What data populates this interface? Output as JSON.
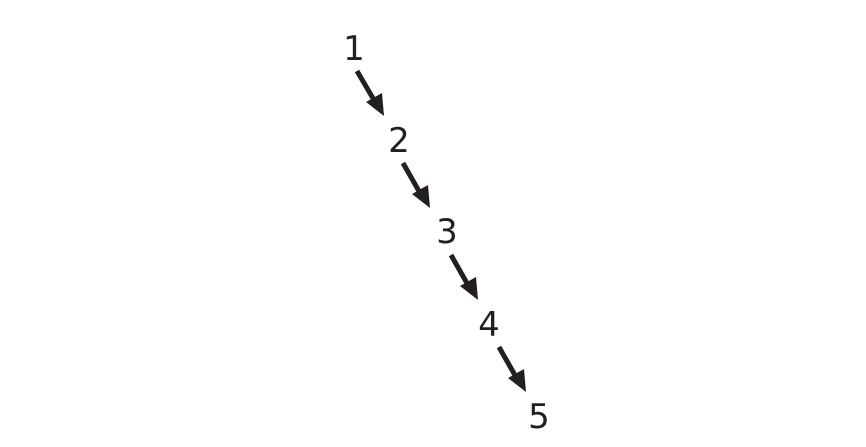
{
  "diagram": {
    "nodes": [
      {
        "id": "n1",
        "label": "1"
      },
      {
        "id": "n2",
        "label": "2"
      },
      {
        "id": "n3",
        "label": "3"
      },
      {
        "id": "n4",
        "label": "4"
      },
      {
        "id": "n5",
        "label": "5"
      }
    ],
    "edges": [
      {
        "from": "n1",
        "to": "n2"
      },
      {
        "from": "n2",
        "to": "n3"
      },
      {
        "from": "n3",
        "to": "n4"
      },
      {
        "from": "n4",
        "to": "n5"
      }
    ],
    "colors": {
      "ink": "#231f20",
      "background": "#ffffff"
    }
  }
}
